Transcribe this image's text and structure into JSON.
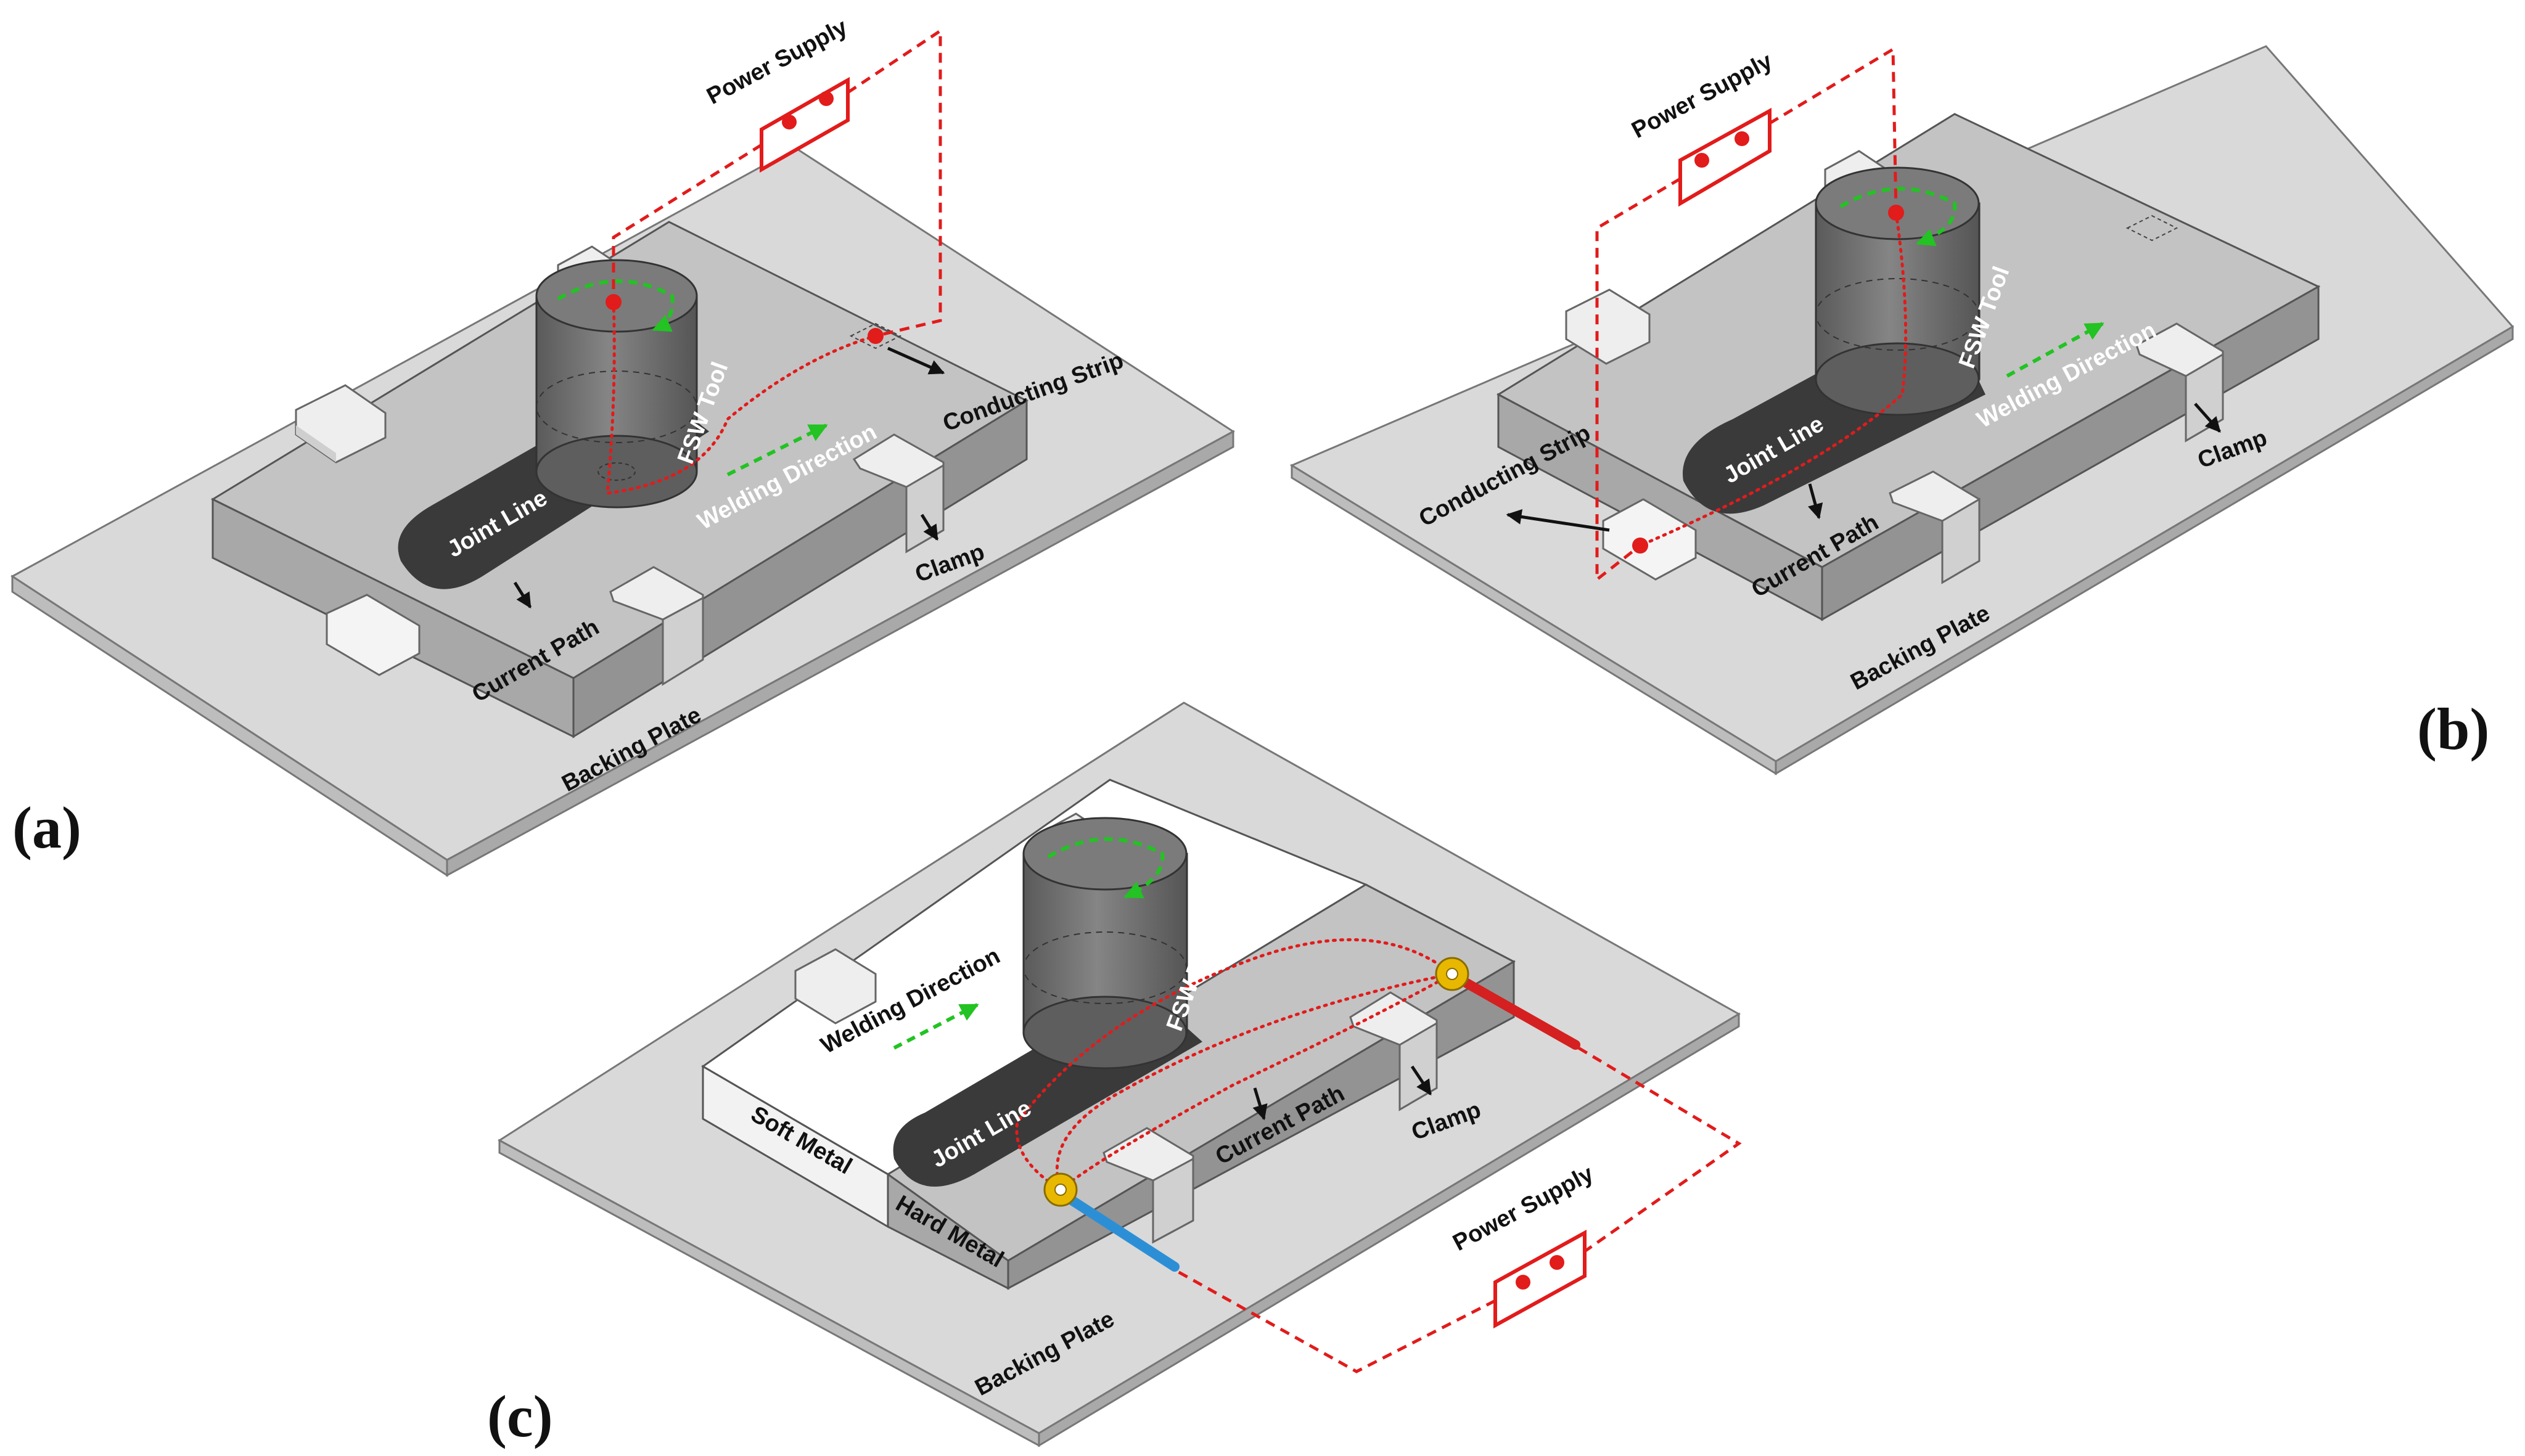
{
  "panels": [
    {
      "id": "a",
      "letter": "(a)",
      "labels": {
        "power_supply": "Power Supply",
        "fsw_tool": "FSW Tool",
        "conducting_strip": "Conducting Strip",
        "welding_direction": "Welding Direction",
        "joint_line": "Joint Line",
        "current_path": "Current Path",
        "clamp": "Clamp",
        "backing_plate": "Backing Plate"
      }
    },
    {
      "id": "b",
      "letter": "(b)",
      "labels": {
        "power_supply": "Power Supply",
        "fsw_tool": "FSW Tool",
        "conducting_strip": "Conducting Strip",
        "welding_direction": "Welding Direction",
        "joint_line": "Joint Line",
        "current_path": "Current Path",
        "clamp": "Clamp",
        "backing_plate": "Backing Plate"
      }
    },
    {
      "id": "c",
      "letter": "(c)",
      "labels": {
        "power_supply": "Power Supply",
        "fsw_tool": "FSW Tool",
        "welding_direction": "Welding Direction",
        "joint_line": "Joint Line",
        "current_path": "Current Path",
        "clamp": "Clamp",
        "backing_plate": "Backing Plate",
        "soft_metal": "Soft Metal",
        "hard_metal": "Hard Metal"
      }
    }
  ],
  "colors": {
    "backing_plate": "#d9d9d9",
    "workpiece": "#b5b5b5",
    "tool": "#6f6f6f",
    "joint_line": "#3a3a3a",
    "power_supply": "#e21b1b",
    "rotation_arrow": "#22c322",
    "soft_metal": "#ffffff",
    "cable_positive": "#d42020",
    "cable_negative": "#2c8fd6",
    "lug": "#e8b800"
  }
}
